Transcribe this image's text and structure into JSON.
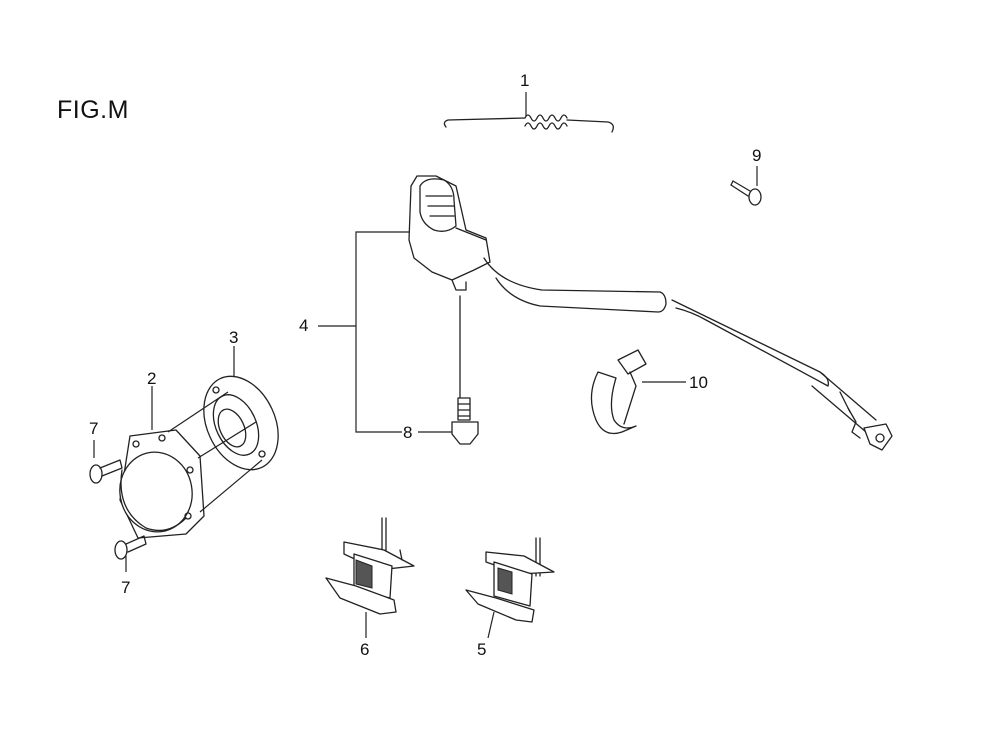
{
  "figure": {
    "title": "FIG.M"
  },
  "callouts": {
    "c1": "1",
    "c2": "2",
    "c3": "3",
    "c4": "4",
    "c5": "5",
    "c6": "6",
    "c7a": "7",
    "c7b": "7",
    "c8": "8",
    "c9": "9",
    "c10": "10"
  }
}
